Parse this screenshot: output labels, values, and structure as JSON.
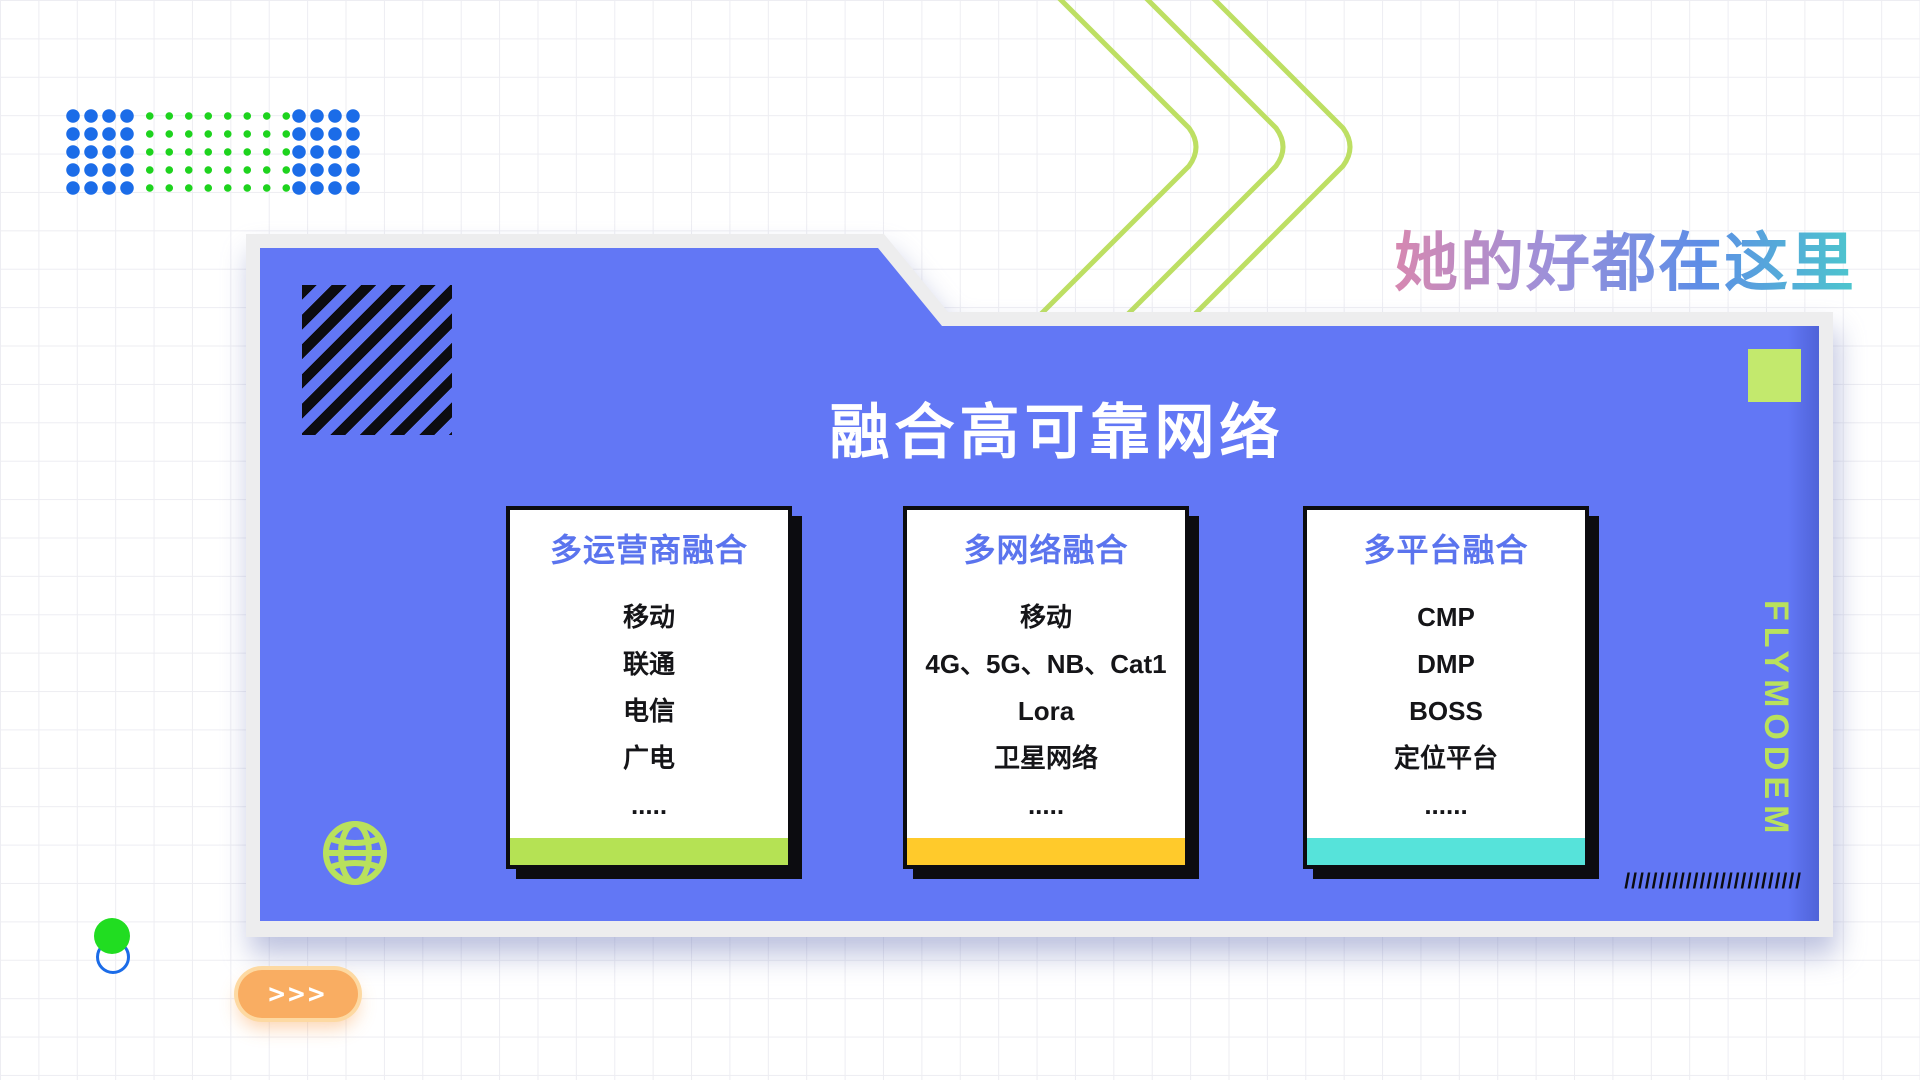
{
  "slogan": {
    "text": "她的好都在这里"
  },
  "panel": {
    "title": "融合高可靠网络",
    "bg_color": "#6277f5",
    "side_label": "FLYMODEM",
    "slashes": "//////////////////////////",
    "cards": [
      {
        "title": "多运营商融合",
        "items": [
          "移动",
          "联通",
          "电信",
          "广电",
          "....."
        ],
        "accent": "#b5e254"
      },
      {
        "title": "多网络融合",
        "items": [
          "移动",
          "4G、5G、NB、Cat1",
          "Lora",
          "卫星网络",
          "....."
        ],
        "accent": "#ffca2b"
      },
      {
        "title": "多平台融合",
        "items": [
          "CMP",
          "DMP",
          "BOSS",
          "定位平台",
          "......"
        ],
        "accent": "#56e3da"
      }
    ]
  },
  "decor": {
    "dot_blue": "#1b6ce8",
    "dot_green": "#1ed31e",
    "chevron_line_green": "#bddf63",
    "green_square": "#c3e96d",
    "title_gradient": [
      "#d788b0",
      "#9c90da",
      "#5e8de6",
      "#4cc6cd"
    ]
  },
  "next_button": {
    "label": ">>>",
    "color": "#f9ad62"
  }
}
